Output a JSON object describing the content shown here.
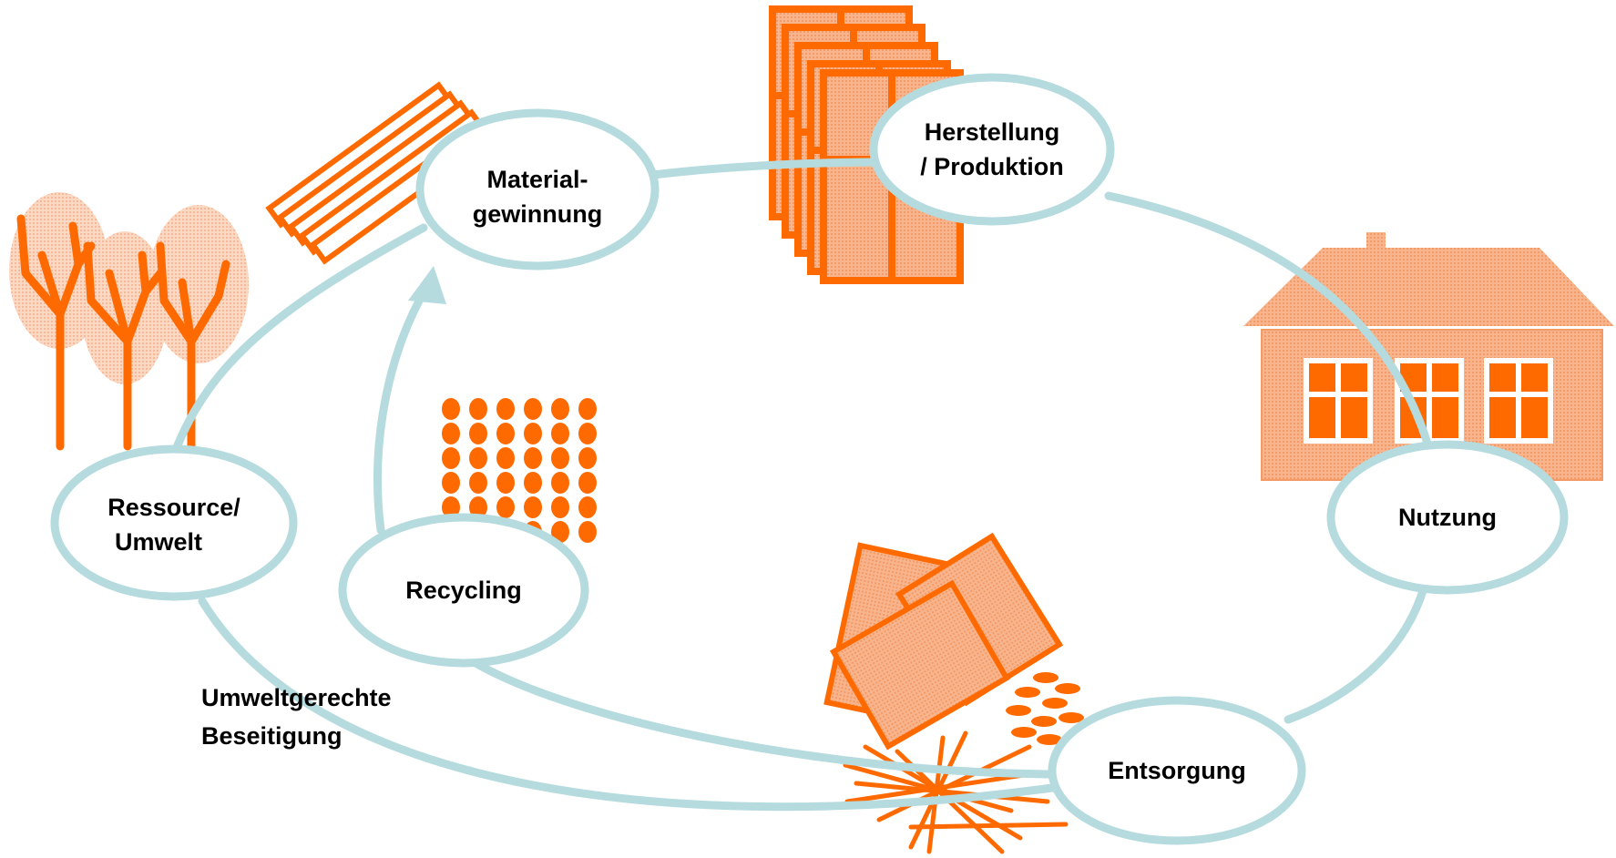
{
  "colors": {
    "cycle_line": "#b5dbdf",
    "accent": "#ff6a00",
    "accent_light": "#f8b48c",
    "text": "#000000",
    "background": "#ffffff"
  },
  "nodes": [
    {
      "id": "material",
      "lines": [
        "Material-",
        "gewinnung"
      ]
    },
    {
      "id": "herstellung",
      "lines": [
        "Herstellung",
        "/ Produktion"
      ]
    },
    {
      "id": "nutzung",
      "lines": [
        "Nutzung"
      ]
    },
    {
      "id": "entsorgung",
      "lines": [
        "Entsorgung"
      ]
    },
    {
      "id": "recycling",
      "lines": [
        "Recycling"
      ]
    },
    {
      "id": "ressource",
      "lines": [
        "Ressource/",
        "Umwelt"
      ]
    }
  ],
  "beseitigung_label": [
    "Umweltgerechte",
    "Beseitigung"
  ],
  "icons": [
    "trees-icon",
    "boards-icon",
    "window-frames-icon",
    "house-icon",
    "granules-icon",
    "debris-icon"
  ]
}
